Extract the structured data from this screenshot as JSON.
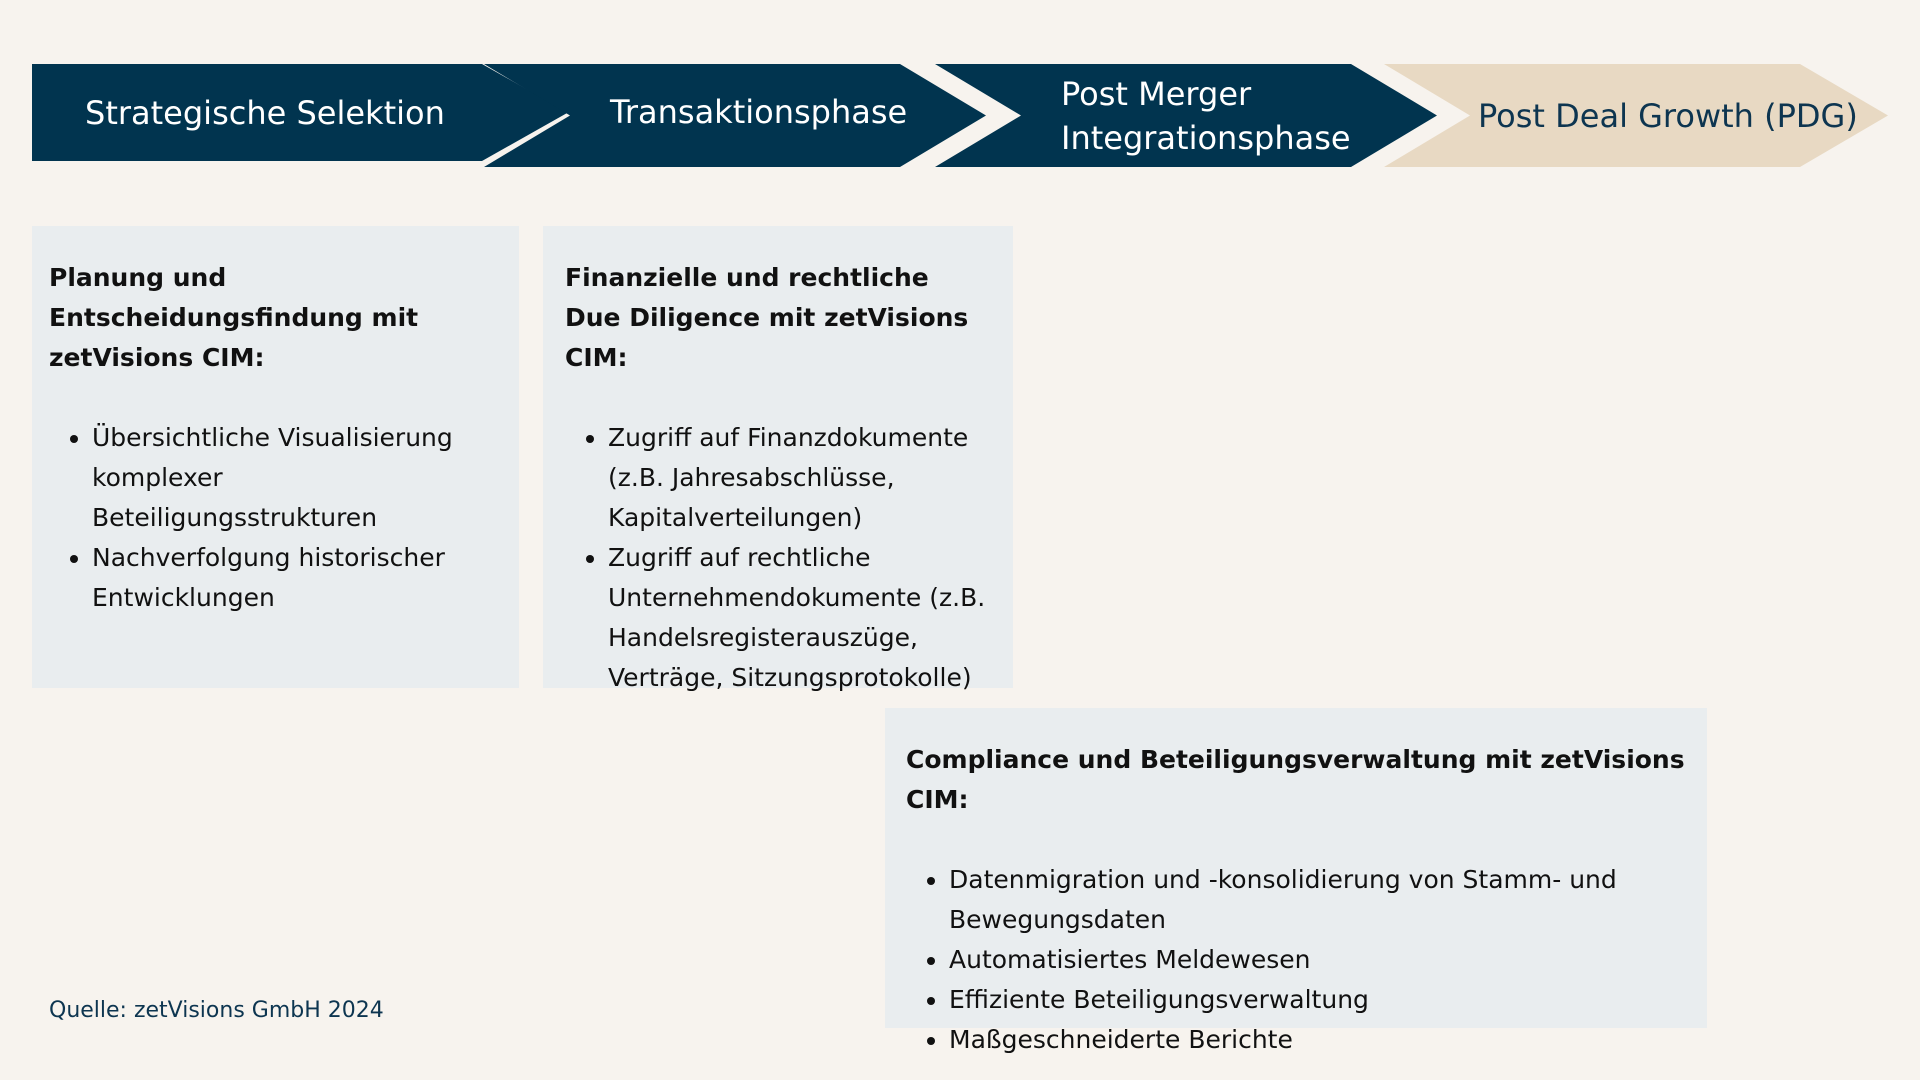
{
  "phases": [
    {
      "label": "Strategische Selektion",
      "style": "dark"
    },
    {
      "label": "Transaktionsphase",
      "style": "dark"
    },
    {
      "label": "Post Merger\nIntegrationsphase",
      "style": "dark"
    },
    {
      "label": "Post Deal Growth (PDG)",
      "style": "light"
    }
  ],
  "boxes": [
    {
      "title": "Planung und\nEntscheidungsfindung mit\nzetVisions CIM:",
      "items": [
        "Übersichtliche Visualisierung komplexer Beteiligungsstrukturen",
        "Nachverfolgung historischer Entwicklungen"
      ]
    },
    {
      "title": "Finanzielle und rechtliche\nDue Diligence mit zetVisions CIM:",
      "items": [
        "Zugriff auf Finanzdokumente (z.B. Jahresabschlüsse, Kapitalverteilungen)",
        "Zugriff auf rechtliche Unternehmendokumente (z.B. Handelsregisterauszüge, Verträge, Sitzungsprotokolle)"
      ]
    },
    {
      "title": "Compliance und Beteiligungsverwaltung mit zetVisions CIM:",
      "items": [
        "Datenmigration und -konsolidierung von Stamm- und Bewegungsdaten",
        "Automatisiertes Meldewesen",
        "Effiziente Beteiligungsverwaltung",
        "Maßgeschneiderte Berichte"
      ]
    }
  ],
  "source": "Quelle: zetVisions GmbH 2024",
  "colors": {
    "background": "#f7f3ee",
    "phase_dark": "#01344f",
    "phase_light": "#e8d9c3",
    "box": "#e9edef",
    "text_dark": "#0d3550"
  }
}
